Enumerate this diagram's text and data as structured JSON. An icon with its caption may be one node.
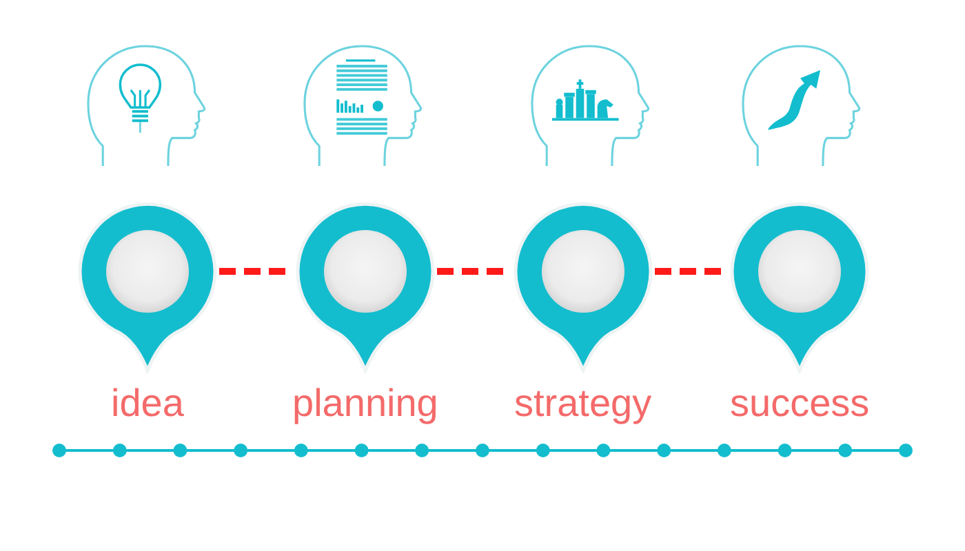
{
  "diagram": {
    "nodes": [
      {
        "text": [],
        "shape": "pin",
        "beside": [
          "idea"
        ]
      },
      {
        "text": [],
        "shape": "pin",
        "beside": [
          "planning"
        ]
      },
      {
        "text": [],
        "shape": "pin",
        "beside": [
          "strategy"
        ]
      },
      {
        "text": [],
        "shape": "pin",
        "beside": [
          "success"
        ]
      }
    ],
    "edges": [
      {
        "from": 0,
        "to": 1,
        "arrow": "none",
        "style": "dashed"
      },
      {
        "from": 1,
        "to": 2,
        "arrow": "none",
        "style": "dashed"
      },
      {
        "from": 2,
        "to": 3,
        "arrow": "none",
        "style": "dashed"
      }
    ]
  }
}
